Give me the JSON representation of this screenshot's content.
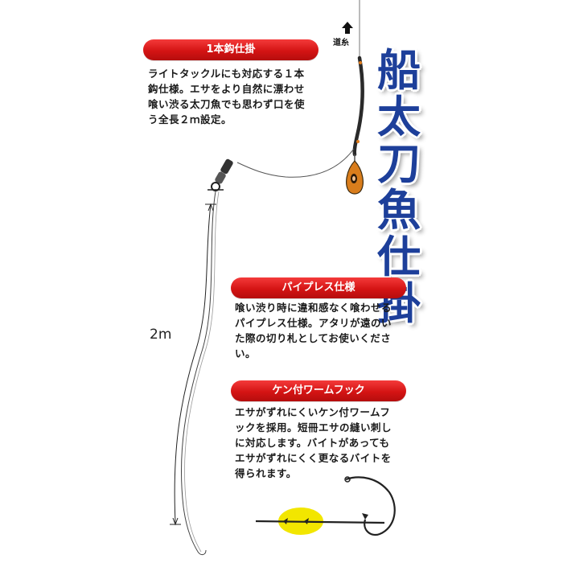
{
  "vertical_title": [
    "船",
    "太",
    "刀",
    "魚",
    "仕",
    "掛"
  ],
  "direction_label": "道糸",
  "length_label": "2m",
  "sections": [
    {
      "title": "1本鈎仕掛",
      "text": "ライトタックルにも対応する１本\n鈎仕様。エサをより自然に漂わせ\n喰い渋る太刀魚でも思わず口を使\nう全長２ｍ設定。"
    },
    {
      "title": "パイプレス仕様",
      "text": "喰い渋り時に違和感なく喰わせる\nパイプレス仕様。アタリが遠のい\nた際の切り札としてお使いくださ\nい。"
    },
    {
      "title": "ケン付ワームフック",
      "text": "エサがずれにくいケン付ワームフ\nックを採用。短冊エサの縫い刺し\nに対応します。バイトがあっても\nエサがずれにくく更なるバイトを\n得られます。"
    }
  ],
  "colors": {
    "pill_red": "#d41414",
    "title_blue": "#1d3f9a",
    "highlight_yellow": "#f2e600",
    "sinker_orange": "#e07b1a"
  }
}
